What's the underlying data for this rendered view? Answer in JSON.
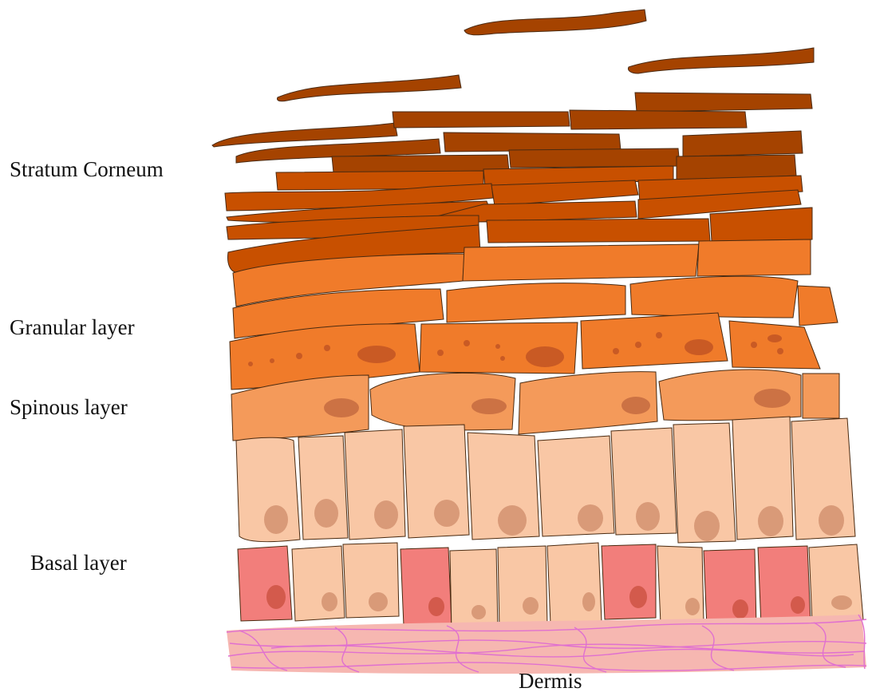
{
  "labels": {
    "stratum_corneum": "Stratum Corneum",
    "granular": "Granular layer",
    "spinous": "Spinous layer",
    "basal": "Basal layer",
    "dermis": "Dermis"
  },
  "colors": {
    "corneum_dark": "#a54300",
    "corneum_mid": "#c85000",
    "granular": "#f07b2a",
    "granular_nucleus": "#c95a24",
    "spinous": "#f49a5a",
    "spinous_nucleus": "#cc7244",
    "basal_light": "#f9c7a5",
    "basal_light_nucleus": "#d99a78",
    "basal_pink": "#f27e7b",
    "basal_pink_nucleus": "#d35a4c",
    "dermis_fill": "#f6b7b1",
    "dermis_line": "#e070d0",
    "outline": "#333333"
  }
}
